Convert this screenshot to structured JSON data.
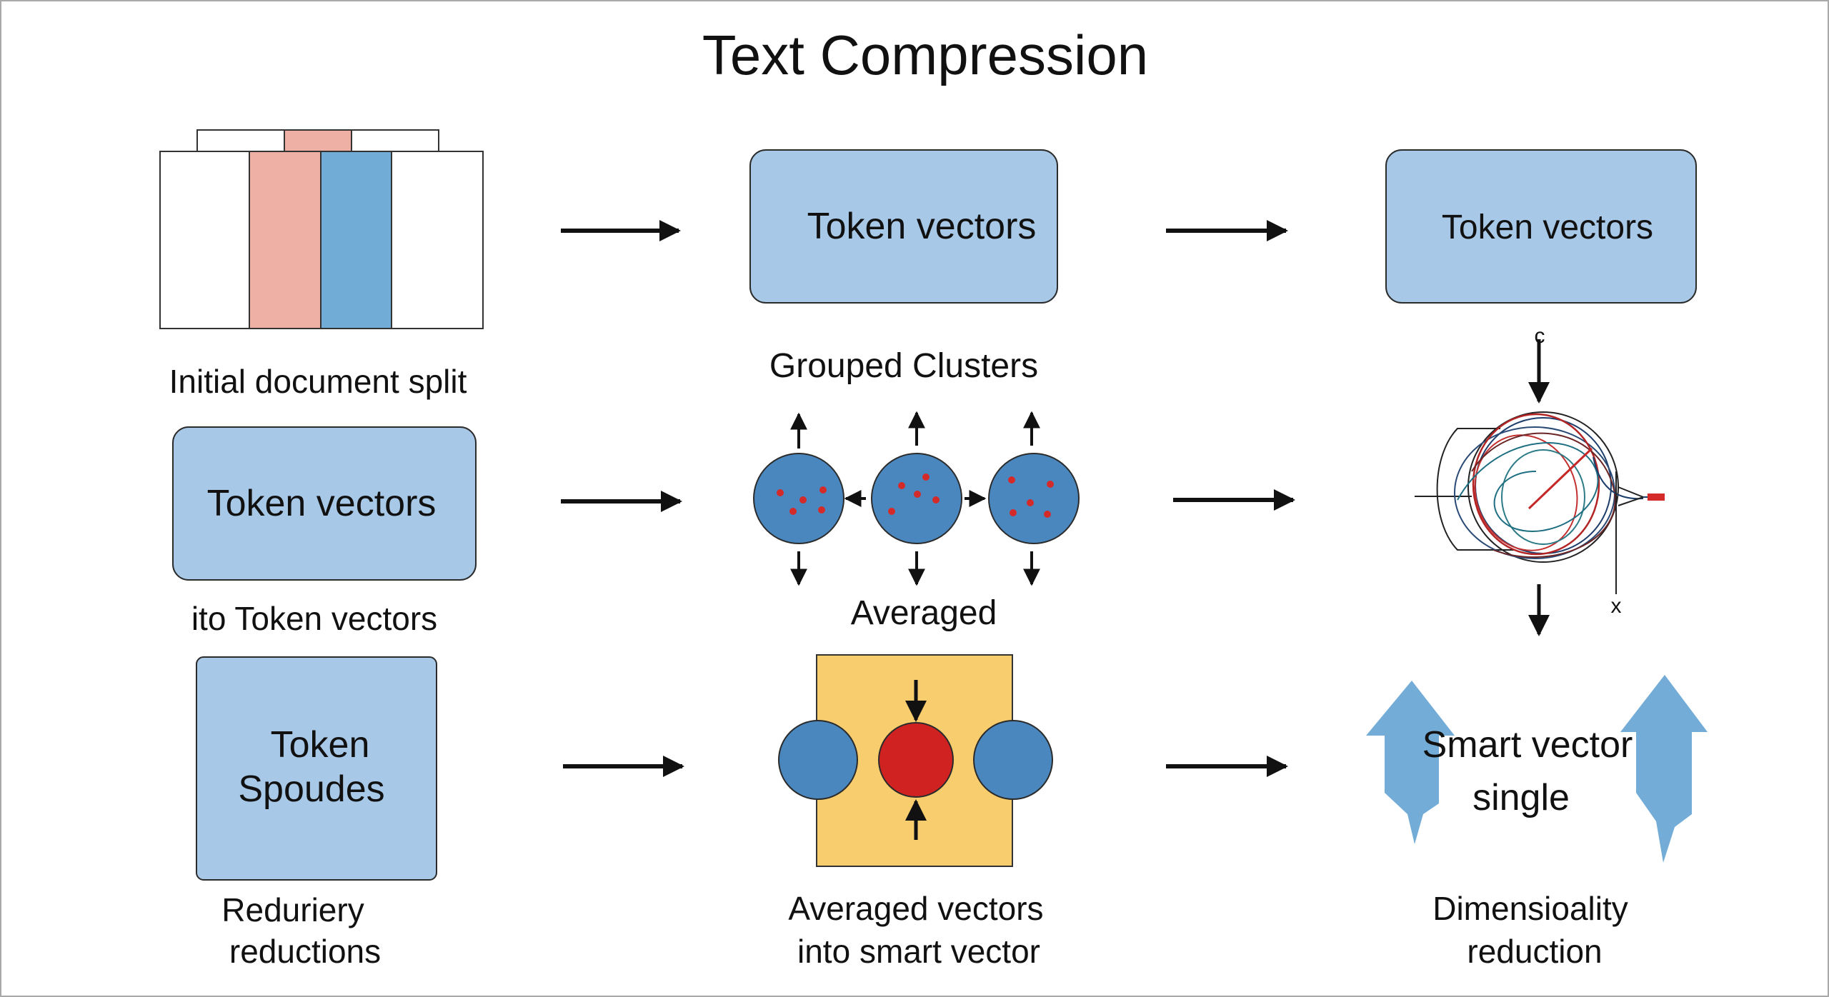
{
  "title": "Text Compression",
  "colors": {
    "box_fill": "#a7c8e6",
    "box_stroke": "#2b2b2b",
    "salmon": "#eeb0a4",
    "blue_strip": "#70acd6",
    "circle_blue": "#4a87bf",
    "dot_red": "#d42a2a",
    "center_red": "#d12222",
    "yellow_square": "#f8cd6e",
    "arrow_blue": "#72acd7",
    "arrow_black": "#111111"
  },
  "row1": {
    "caption_left": "Initial document split",
    "box_middle": "Token vectors",
    "caption_middle": "Grouped Clusters",
    "box_right": "Token vectors"
  },
  "row2": {
    "box_left": "Token vectors",
    "caption_left": "ito Token vectors",
    "caption_middle": "Averaged",
    "axis_top_label": "c",
    "axis_bottom_label": "x"
  },
  "row3": {
    "box_left_line1": "Token",
    "box_left_line2": "Spoudes",
    "caption_left_line1": "Reduriery",
    "caption_left_line2": "reductions",
    "caption_middle_line1": "Averaged vectors",
    "caption_middle_line2": "into smart vector",
    "right_label_line1": "Smart vector",
    "right_label_line2": "single",
    "caption_right_line1": "Dimensioality",
    "caption_right_line2": "reduction"
  }
}
